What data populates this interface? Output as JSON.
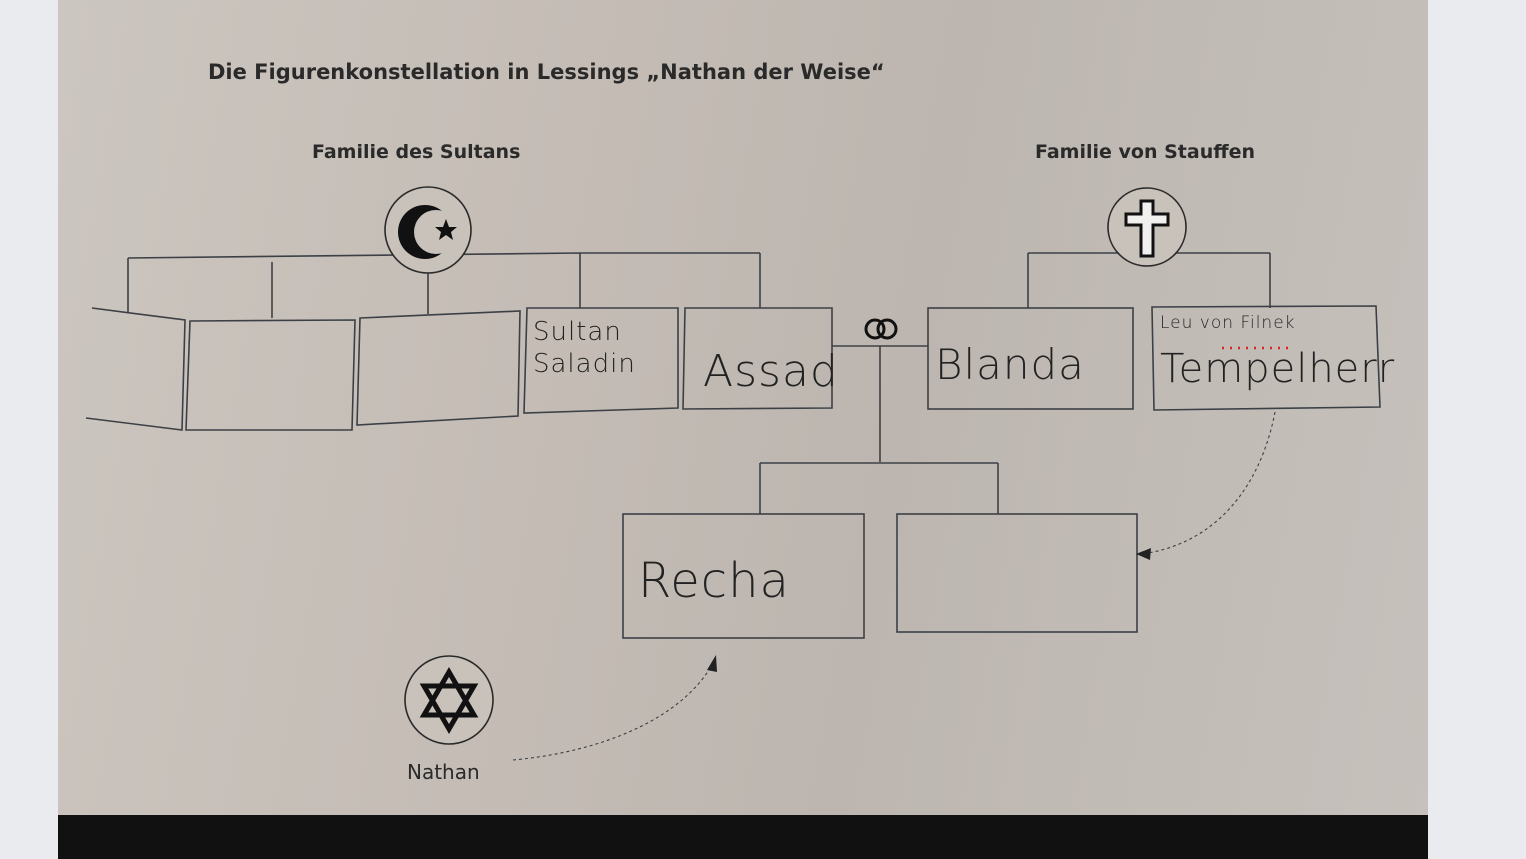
{
  "title": "Die Figurenkonstellation in Lessings „Nathan der Weise“",
  "family_left": "Familie des Sultans",
  "family_right": "Familie von Stauffen",
  "nathan_label": "Nathan",
  "handwritten": {
    "sultan": "Sultan Saladin",
    "assad": "Assad",
    "blanda": "Blanda",
    "leu": "Leu von Filnek",
    "tempelherr": "Tempelherr",
    "recha": "Recha"
  },
  "icons": {
    "islam": "crescent-star-icon",
    "christian": "cross-icon",
    "jewish": "star-of-david-icon",
    "marriage": "wedding-rings-icon"
  },
  "colors": {
    "paper": "#c4bcb5",
    "line": "#3c4046",
    "ink": "#222222",
    "underline": "#e02020"
  }
}
